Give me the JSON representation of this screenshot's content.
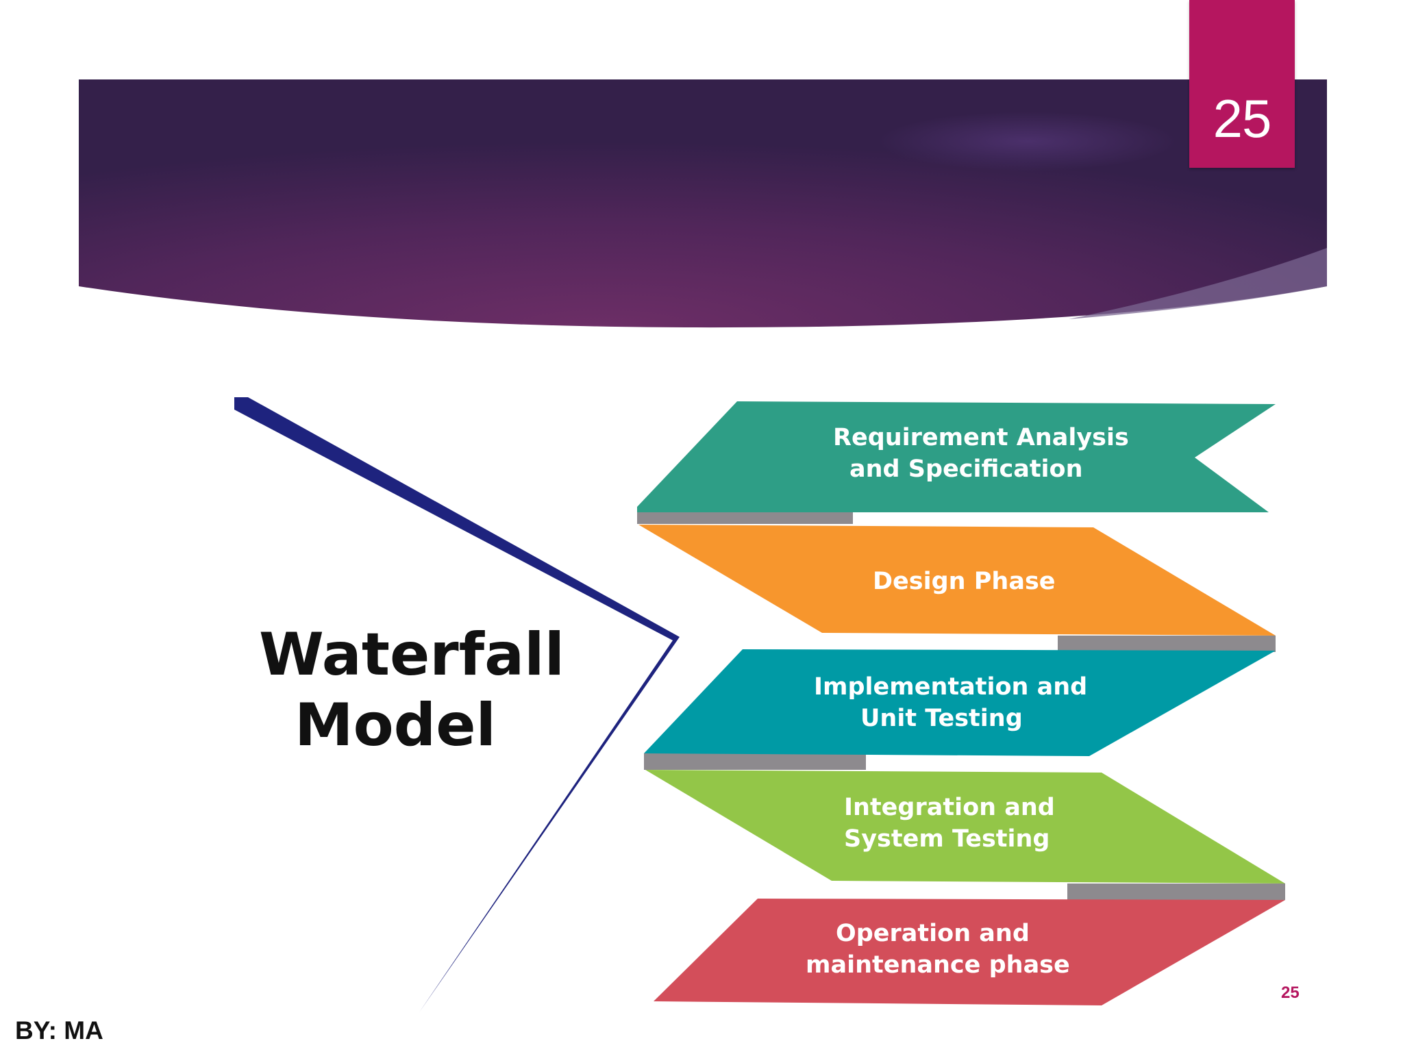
{
  "slide": {
    "number": "25",
    "corner_number": "25",
    "author": "BY: MA"
  },
  "diagram": {
    "title_line1": "Waterfall",
    "title_line2": "Model",
    "stages": [
      {
        "line1": "Requirement Analysis",
        "line2": "and Specification",
        "color": "#2e9e86"
      },
      {
        "line1": "Design Phase",
        "line2": "",
        "color": "#f7962d"
      },
      {
        "line1": "Implementation and",
        "line2": "Unit Testing",
        "color": "#009aa5"
      },
      {
        "line1": "Integration and",
        "line2": "System Testing",
        "color": "#93c648"
      },
      {
        "line1": "Operation and",
        "line2": "maintenance phase",
        "color": "#d34e5a"
      }
    ]
  },
  "colors": {
    "banner": "#5b2a5e",
    "accent": "#b5165f",
    "arrow": "#1e237e",
    "shadow": "#8d8a8e"
  }
}
